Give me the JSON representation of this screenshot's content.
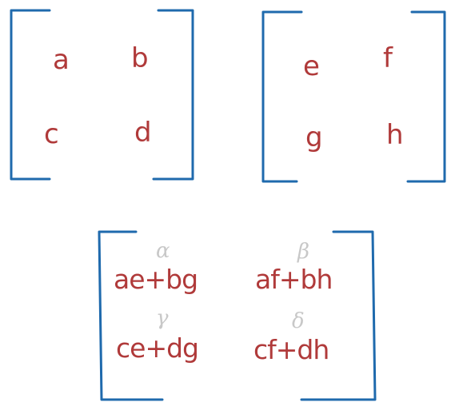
{
  "matrix_left": {
    "a": "a",
    "b": "b",
    "c": "c",
    "d": "d"
  },
  "matrix_right": {
    "e": "e",
    "f": "f",
    "g": "g",
    "h": "h"
  },
  "matrix_product": {
    "top_left": "ae+bg",
    "top_right": "af+bh",
    "bottom_left": "ce+dg",
    "bottom_right": "cf+dh",
    "alpha": "α",
    "beta": "β",
    "gamma": "γ",
    "delta": "δ"
  },
  "colors": {
    "bracket": "#1f6aad",
    "entry": "#b03a3a",
    "greek": "#c8c8c8"
  }
}
